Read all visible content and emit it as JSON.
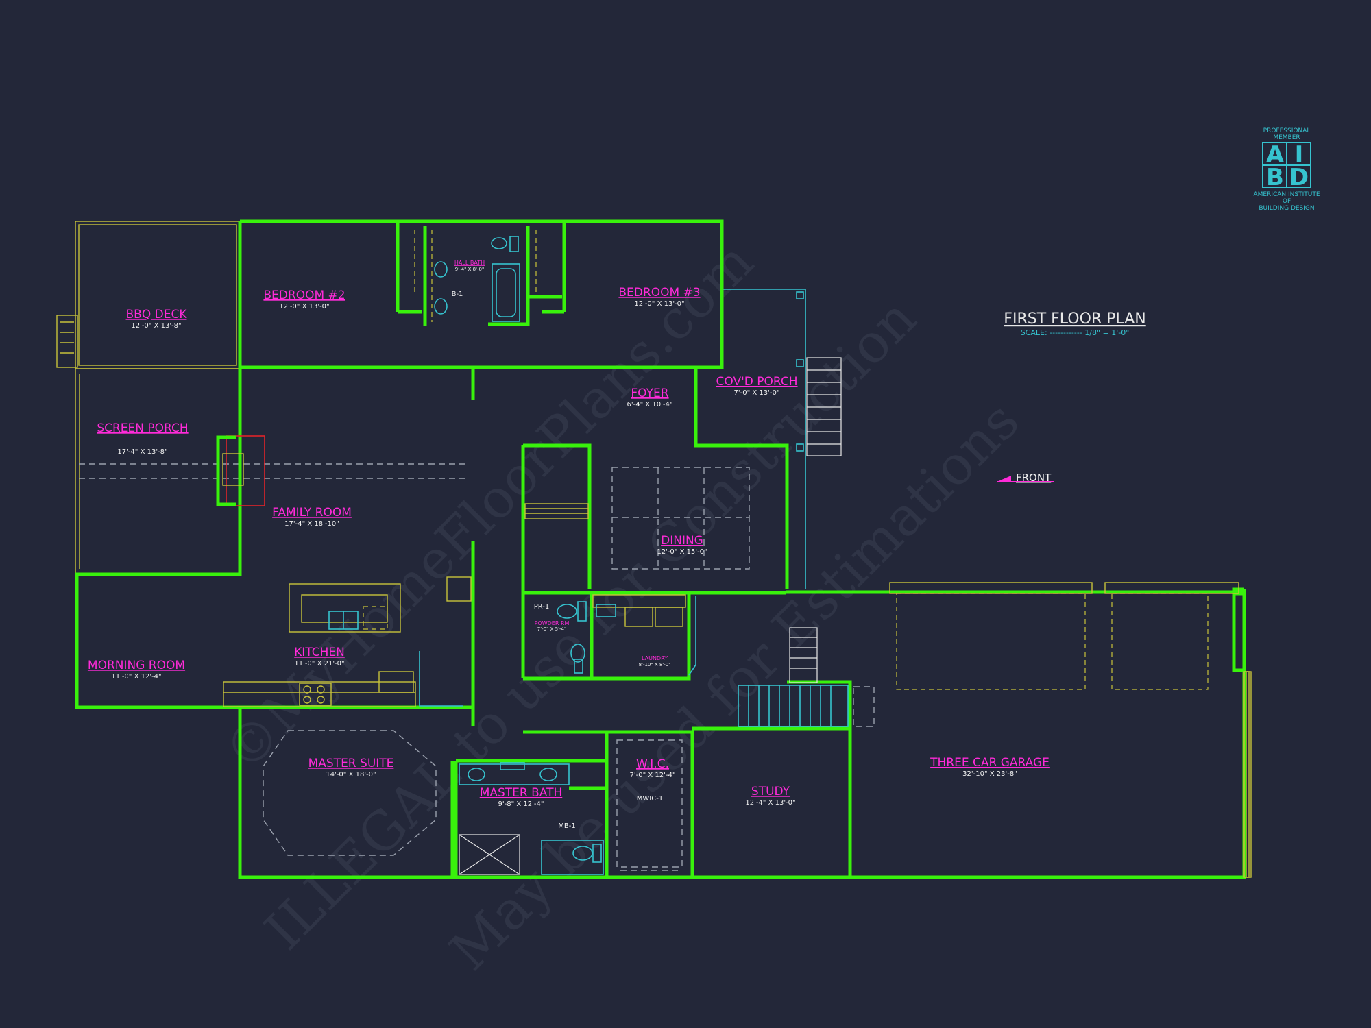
{
  "plan": {
    "title": "FIRST FLOOR PLAN",
    "scale": "SCALE: ------------ 1/8\" = 1'-0\"",
    "front_label": "FRONT"
  },
  "logo": {
    "top_line1": "PROFESSIONAL",
    "top_line2": "MEMBER",
    "letters": [
      "A",
      "I",
      "B",
      "D"
    ],
    "bottom_line1": "AMERICAN INSTITUTE",
    "bottom_line2": "OF",
    "bottom_line3": "BUILDING DESIGN"
  },
  "rooms": [
    {
      "name": "BBQ DECK",
      "dims": "12'-0\" X 13'-8\""
    },
    {
      "name": "BEDROOM #2",
      "dims": "12'-0\" X 13'-0\""
    },
    {
      "name": "BEDROOM #3",
      "dims": "12'-0\" X 13'-0\""
    },
    {
      "name": "SCREEN PORCH",
      "dims": "17'-4\" X 13'-8\""
    },
    {
      "name": "FAMILY ROOM",
      "dims": "17'-4\" X 18'-10\""
    },
    {
      "name": "FOYER",
      "dims": "6'-4\" X 10'-4\""
    },
    {
      "name": "COV'D PORCH",
      "dims": "7'-0\" X 13'-0\""
    },
    {
      "name": "DINING",
      "dims": "12'-0\" X 15'-0\""
    },
    {
      "name": "MORNING ROOM",
      "dims": "11'-0\" X 12'-4\""
    },
    {
      "name": "KITCHEN",
      "dims": "11'-0\" X 21'-0\""
    },
    {
      "name": "MASTER SUITE",
      "dims": "14'-0\" X 18'-0\""
    },
    {
      "name": "MASTER BATH",
      "dims": "9'-8\" X 12'-4\""
    },
    {
      "name": "W.I.C.",
      "dims": "7'-0\" X 12'-4\""
    },
    {
      "name": "STUDY",
      "dims": "12'-4\" X 13'-0\""
    },
    {
      "name": "THREE CAR GARAGE",
      "dims": "32'-10\" X 23'-8\""
    }
  ],
  "small_rooms": {
    "hall_bath": {
      "name": "HALL BATH",
      "dims": "9'-4\" X 8'-0\"",
      "tag": "B-1"
    },
    "powder": {
      "name": "POWDER RM",
      "dims": "7'-0\" X 5'-4\"",
      "tag": "PR-1"
    },
    "laundry": {
      "name": "LAUNDRY",
      "dims": "8'-10\" X 8'-0\""
    },
    "master_bath_tag": "MB-1",
    "wic_tag": "MWIC-1"
  },
  "watermark": {
    "line1": "©MyHomeFloorPlans.com",
    "line2": "ILLEGAL to use for Construction",
    "line3": "May be used for Estimations"
  },
  "colors": {
    "background": "#232739",
    "wall": "#39f20c",
    "label": "#ff2bd9",
    "fixture": "#36c3cf",
    "trim": "#c8c23a"
  }
}
